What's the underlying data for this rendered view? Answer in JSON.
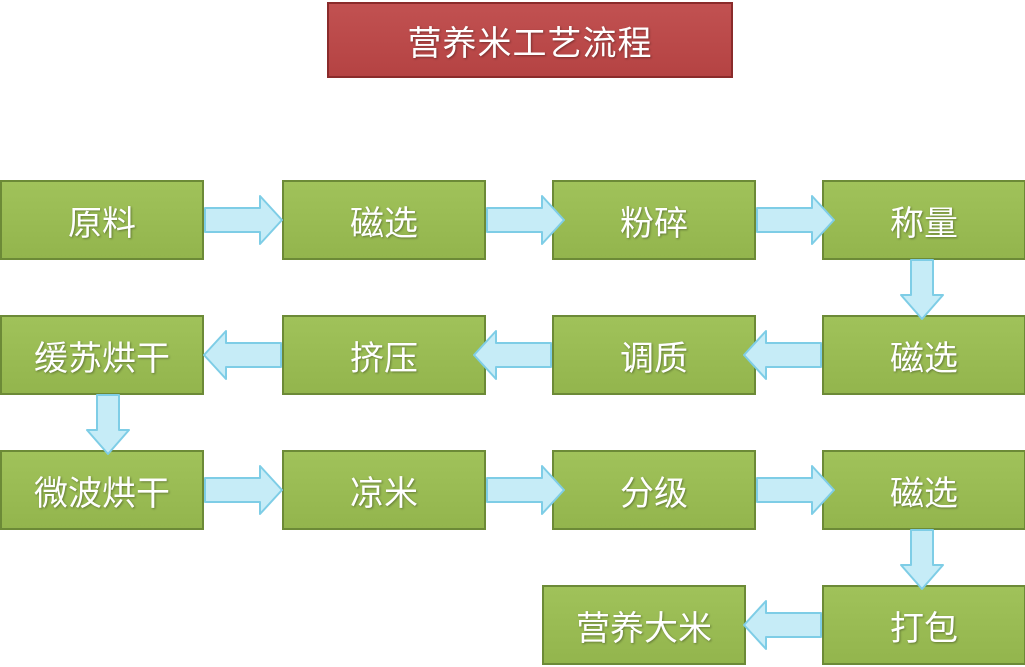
{
  "title": "营养米工艺流程",
  "colors": {
    "title_fill": "#bc4a4a",
    "step_fill": "#9bbb59",
    "arrow_fill": "#c6ecf7",
    "arrow_stroke": "#7ecde6"
  },
  "steps": [
    {
      "label": "原料"
    },
    {
      "label": "磁选"
    },
    {
      "label": "粉碎"
    },
    {
      "label": "称量"
    },
    {
      "label": "磁选"
    },
    {
      "label": "调质"
    },
    {
      "label": "挤压"
    },
    {
      "label": "缓苏烘干"
    },
    {
      "label": "微波烘干"
    },
    {
      "label": "凉米"
    },
    {
      "label": "分级"
    },
    {
      "label": "磁选"
    },
    {
      "label": "打包"
    },
    {
      "label": "营养大米"
    }
  ]
}
